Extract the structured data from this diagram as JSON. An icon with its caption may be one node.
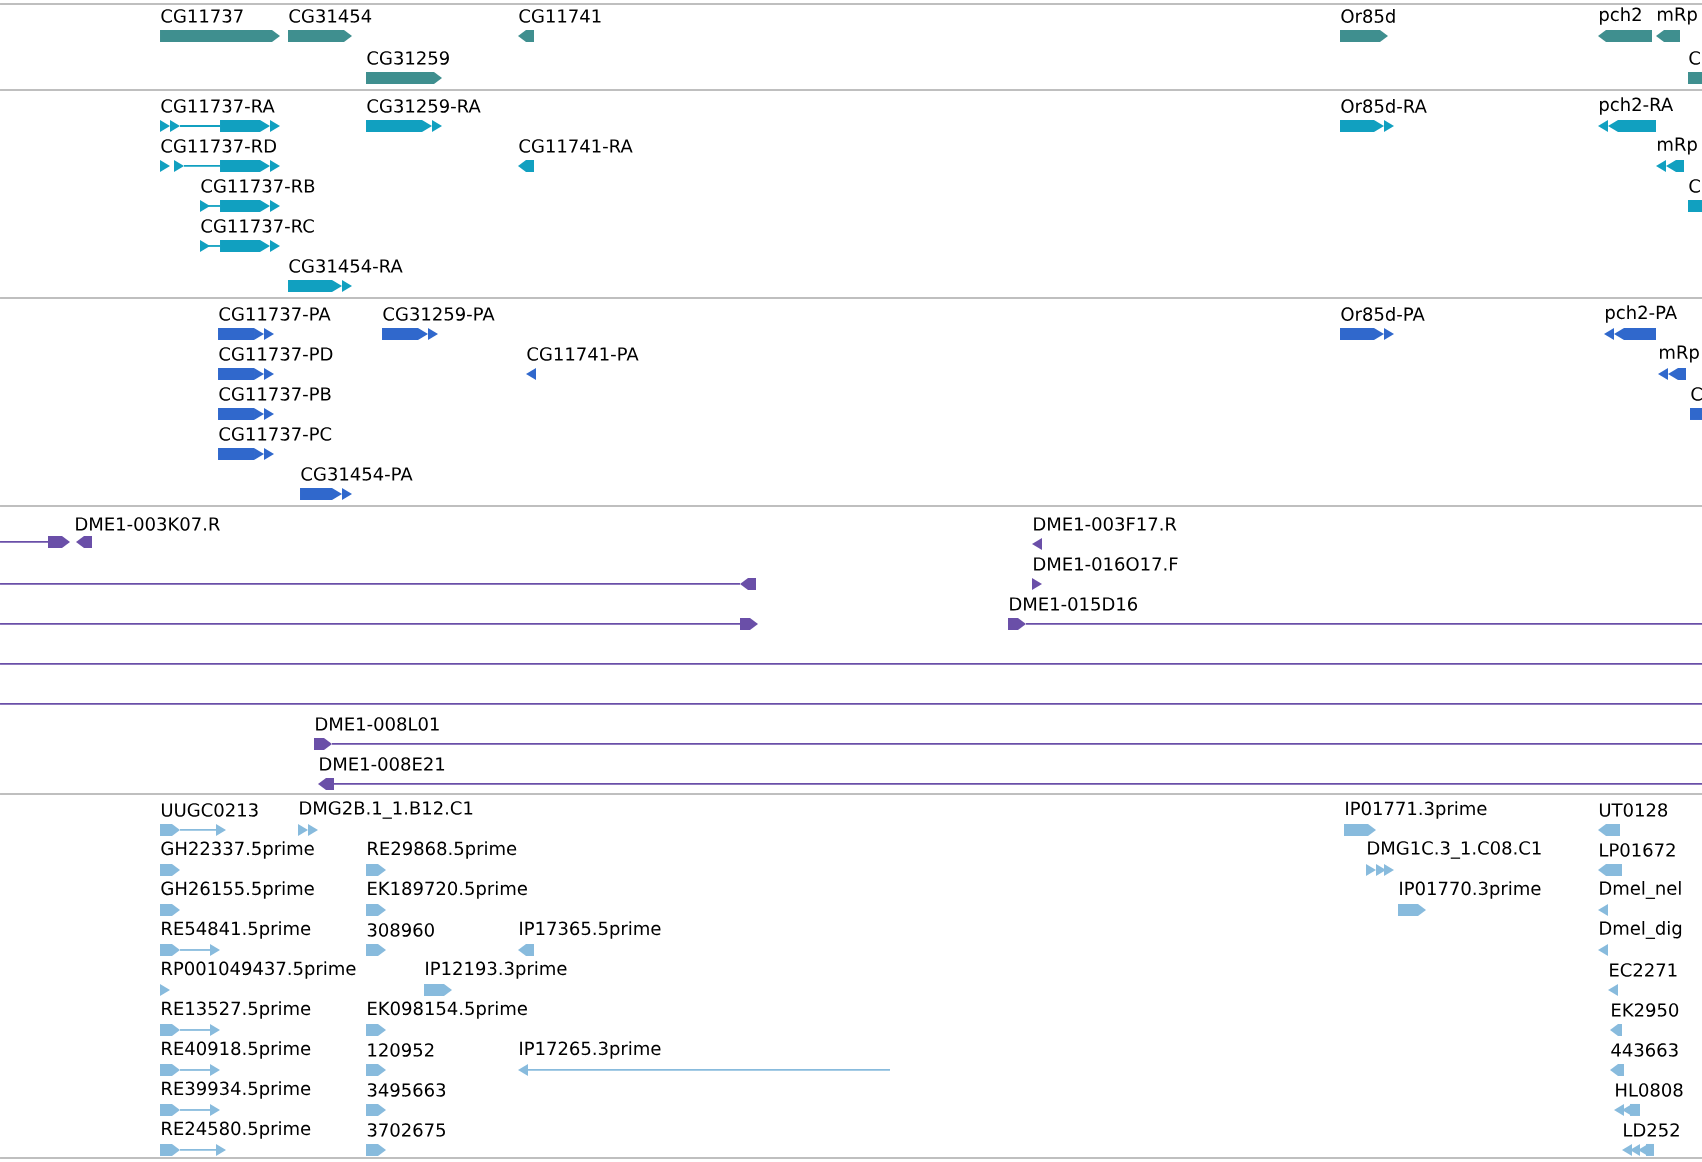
{
  "diagram": {
    "nodes": [
      {
        "text": [
          "CG11737"
        ]
      },
      {
        "text": [
          "CG31454"
        ]
      },
      {
        "text": [
          "CG11741"
        ]
      },
      {
        "text": [
          "CG31259"
        ]
      },
      {
        "text": [
          "Or85d"
        ]
      },
      {
        "text": [
          "pch2"
        ]
      },
      {
        "text": [
          "mRp"
        ]
      },
      {
        "text": [
          "C"
        ]
      },
      {
        "text": [
          "CG11737-RA"
        ]
      },
      {
        "text": [
          "CG31259-RA"
        ]
      },
      {
        "text": [
          "CG11737-RD"
        ]
      },
      {
        "text": [
          "CG11741-RA"
        ]
      },
      {
        "text": [
          "CG11737-RB"
        ]
      },
      {
        "text": [
          "CG11737-RC"
        ]
      },
      {
        "text": [
          "CG31454-RA"
        ]
      },
      {
        "text": [
          "Or85d-RA"
        ]
      },
      {
        "text": [
          "pch2-RA"
        ]
      },
      {
        "text": [
          "mRp"
        ]
      },
      {
        "text": [
          "C"
        ]
      },
      {
        "text": [
          "CG11737-PA"
        ]
      },
      {
        "text": [
          "CG31259-PA"
        ]
      },
      {
        "text": [
          "CG11737-PD"
        ]
      },
      {
        "text": [
          "CG11741-PA"
        ]
      },
      {
        "text": [
          "CG11737-PB"
        ]
      },
      {
        "text": [
          "CG11737-PC"
        ]
      },
      {
        "text": [
          "CG31454-PA"
        ]
      },
      {
        "text": [
          "Or85d-PA"
        ]
      },
      {
        "text": [
          "pch2-PA"
        ]
      },
      {
        "text": [
          "mRp"
        ]
      },
      {
        "text": [
          "C"
        ]
      },
      {
        "text": [
          "DME1-003K07.R"
        ]
      },
      {
        "text": [
          "DME1-003F17.R"
        ]
      },
      {
        "text": [
          "DME1-016O17.F"
        ]
      },
      {
        "text": [],
        "shape": "line"
      },
      {
        "text": [],
        "shape": "line"
      },
      {
        "text": [
          "DME1-015D16"
        ]
      },
      {
        "text": [],
        "shape": "line"
      },
      {
        "text": [],
        "shape": "line"
      },
      {
        "text": [
          "DME1-008L01"
        ]
      },
      {
        "text": [
          "DME1-008E21"
        ]
      },
      {
        "text": [
          "UUGC0213"
        ]
      },
      {
        "text": [
          "DMG2B.1_1.B12.C1"
        ]
      },
      {
        "text": [
          "GH22337.5prime"
        ]
      },
      {
        "text": [
          "RE29868.5prime"
        ]
      },
      {
        "text": [
          "GH26155.5prime"
        ]
      },
      {
        "text": [
          "EK189720.5prime"
        ]
      },
      {
        "text": [
          "RE54841.5prime"
        ]
      },
      {
        "text": [
          "308960"
        ]
      },
      {
        "text": [
          "IP17365.5prime"
        ]
      },
      {
        "text": [
          "RP001049437.5prime"
        ]
      },
      {
        "text": [
          "IP12193.3prime"
        ]
      },
      {
        "text": [
          "RE13527.5prime"
        ]
      },
      {
        "text": [
          "EK098154.5prime"
        ]
      },
      {
        "text": [
          "RE40918.5prime"
        ]
      },
      {
        "text": [
          "120952"
        ]
      },
      {
        "text": [
          "IP17265.3prime"
        ]
      },
      {
        "text": [
          "RE39934.5prime"
        ]
      },
      {
        "text": [
          "3495663"
        ]
      },
      {
        "text": [
          "RE24580.5prime"
        ]
      },
      {
        "text": [
          "3702675"
        ]
      },
      {
        "text": [
          "IP01771.3prime"
        ]
      },
      {
        "text": [
          "DMG1C.3_1.C08.C1"
        ]
      },
      {
        "text": [
          "IP01770.3prime"
        ]
      },
      {
        "text": [
          "UT0128"
        ]
      },
      {
        "text": [
          "LP01672"
        ]
      },
      {
        "text": [
          "Dmel_nel"
        ]
      },
      {
        "text": [
          "Dmel_dig"
        ]
      },
      {
        "text": [
          "EC2271"
        ]
      },
      {
        "text": [
          "EK2950"
        ]
      },
      {
        "text": [
          "443663"
        ]
      },
      {
        "text": [
          "HL0808"
        ]
      },
      {
        "text": [
          "LD252"
        ]
      }
    ]
  }
}
